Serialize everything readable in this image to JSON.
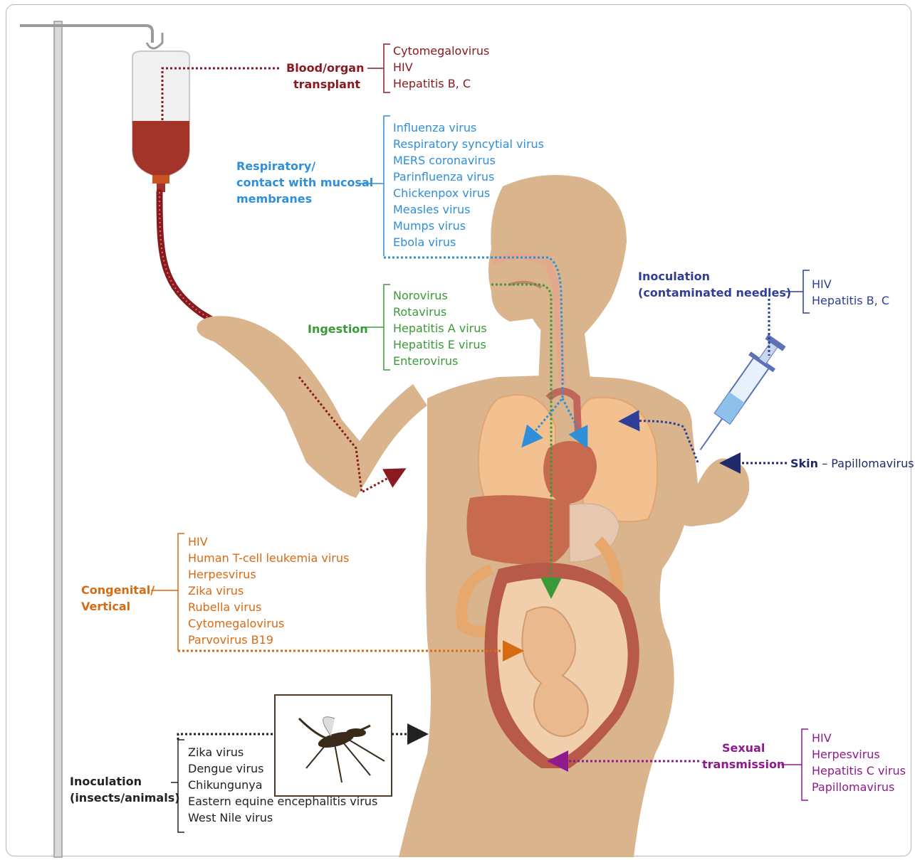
{
  "routes": {
    "blood": {
      "label_line1": "Blood/organ",
      "label_line2": "transplant",
      "color": "#8b1a20",
      "viruses": [
        "Cytomegalovirus",
        "HIV",
        "Hepatitis B, C"
      ]
    },
    "respiratory": {
      "label_line1": "Respiratory/",
      "label_line2": "contact with mucosal",
      "label_line3": "membranes",
      "color": "#2f8fd8",
      "viruses": [
        "Influenza virus",
        "Respiratory syncytial virus",
        "MERS coronavirus",
        "Parinfluenza virus",
        "Chickenpox virus",
        "Measles virus",
        "Mumps virus",
        "Ebola virus"
      ]
    },
    "ingestion": {
      "label": "Ingestion",
      "color": "#3b9a37",
      "viruses": [
        "Norovirus",
        "Rotavirus",
        "Hepatitis A virus",
        "Hepatitis E virus",
        "Enterovirus"
      ]
    },
    "needles": {
      "label_line1": "Inoculation",
      "label_line2": "(contaminated needles)",
      "color": "#2f3f98",
      "viruses": [
        "HIV",
        "Hepatitis B, C"
      ]
    },
    "skin": {
      "label": "Skin",
      "dash": "–",
      "virus": "Papillomavirus",
      "color": "#1f2a6b"
    },
    "congenital": {
      "label_line1": "Congenital/",
      "label_line2": "Vertical",
      "color": "#d86a12",
      "viruses": [
        "HIV",
        "Human T-cell leukemia virus",
        "Herpesvirus",
        "Zika virus",
        "Rubella virus",
        "Cytomegalovirus",
        "Parvovirus B19"
      ]
    },
    "insects": {
      "label_line1": "Inoculation",
      "label_line2": "(insects/animals)",
      "color": "#222222",
      "viruses": [
        "Zika virus",
        "Dengue virus",
        "Chikungunya",
        "Eastern equine encephalitis virus",
        "West Nile virus"
      ]
    },
    "sexual": {
      "label_line1": "Sexual",
      "label_line2": "transmission",
      "color": "#8e1a8e",
      "viruses": [
        "HIV",
        "Herpesvirus",
        "Hepatitis C virus",
        "Papillomavirus"
      ]
    }
  },
  "colors": {
    "skin_tone": "#d9b48c",
    "blood": "#a3342a",
    "lung": "#f3c08f",
    "liver": "#c76a4e"
  }
}
